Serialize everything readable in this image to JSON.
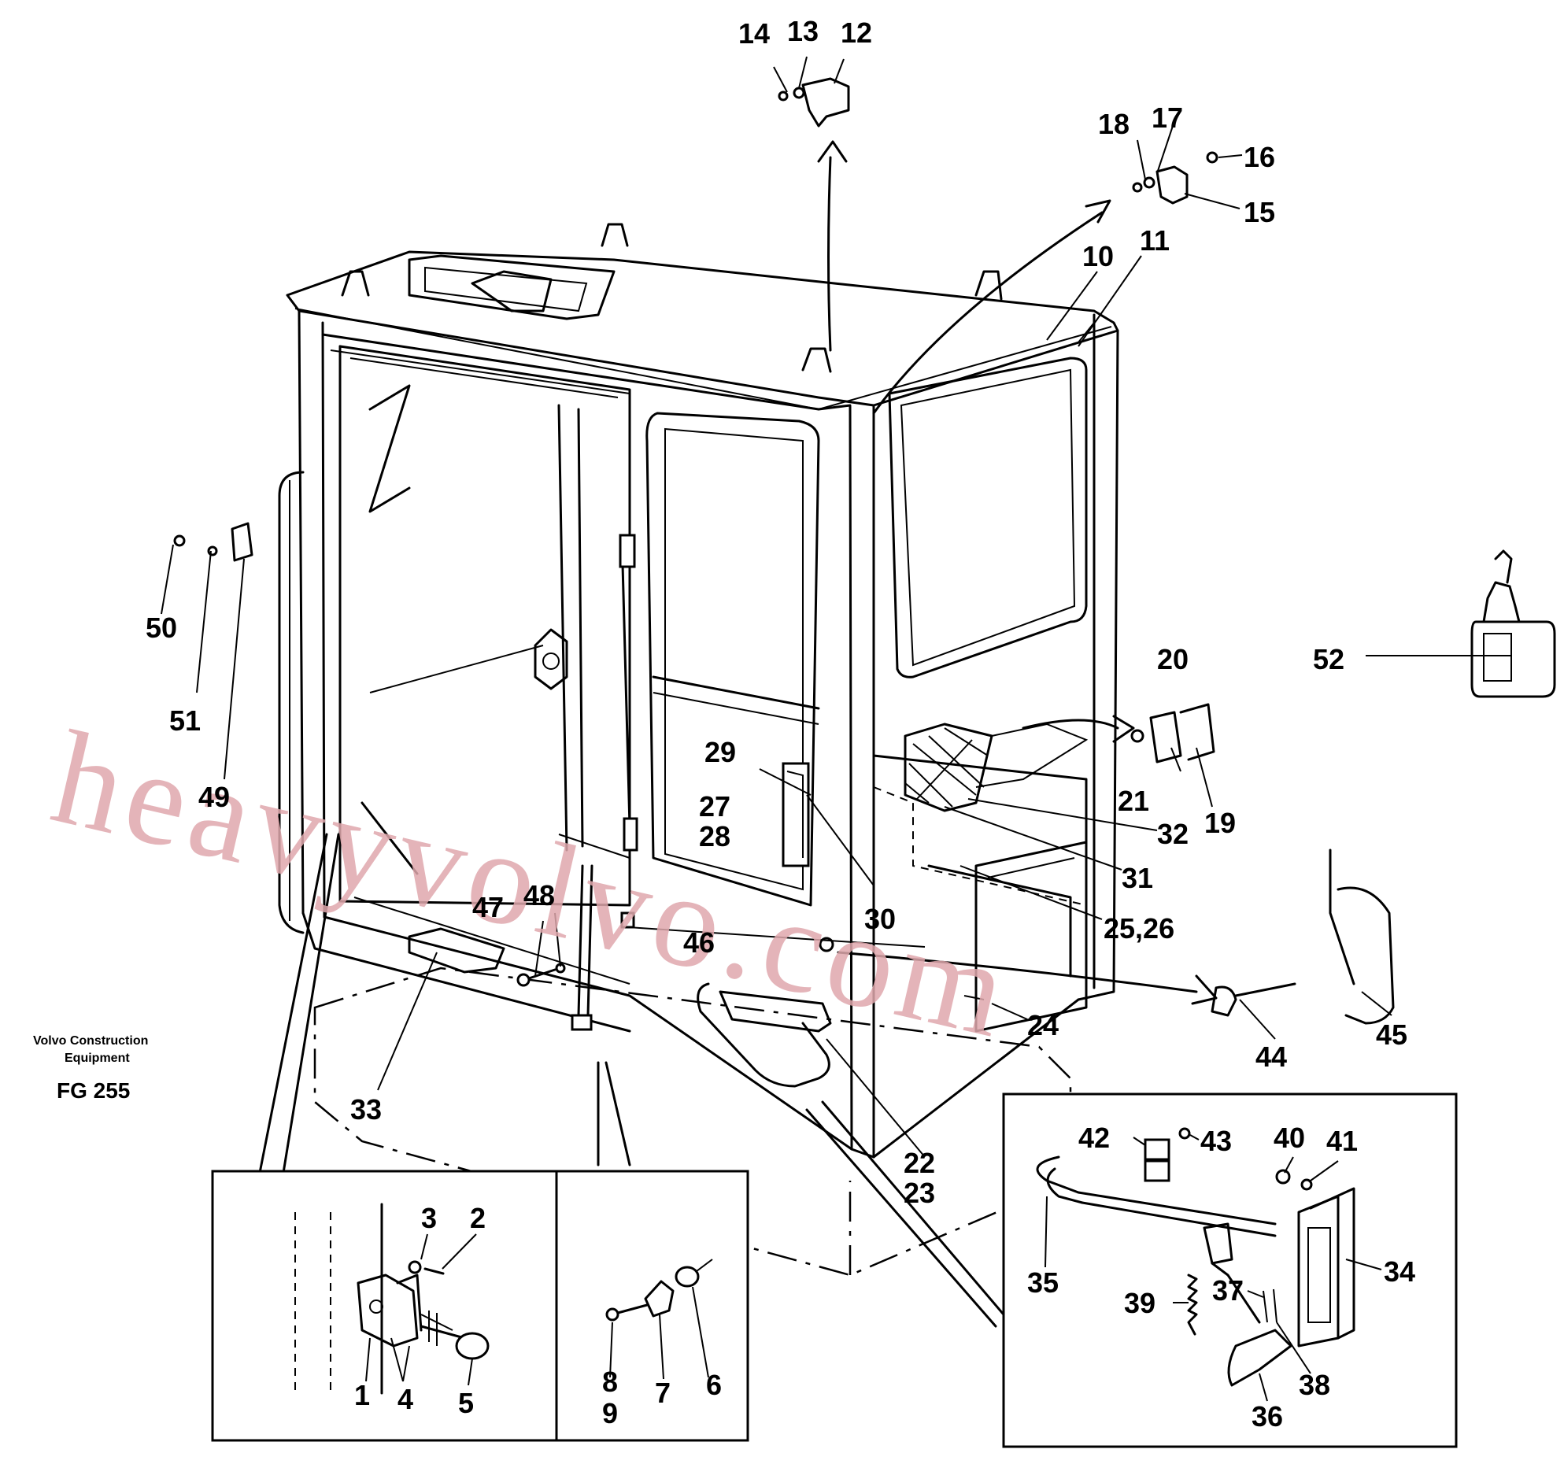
{
  "brand": {
    "line1": "Volvo Construction",
    "line2": "Equipment",
    "figure_code": "FG 255"
  },
  "watermark": "heavyvolvo.com",
  "colors": {
    "watermark": "#e0a8ad",
    "ink": "#000000",
    "paper": "#ffffff"
  },
  "callouts": {
    "c1": "1",
    "c2": "2",
    "c3": "3",
    "c4": "4",
    "c5": "5",
    "c6": "6",
    "c7": "7",
    "c8": "8",
    "c9": "9",
    "c10": "10",
    "c11": "11",
    "c12": "12",
    "c13": "13",
    "c14": "14",
    "c15": "15",
    "c16": "16",
    "c17": "17",
    "c18": "18",
    "c19": "19",
    "c20": "20",
    "c21": "21",
    "c22": "22",
    "c23": "23",
    "c24": "24",
    "c25_26": "25,26",
    "c27": "27",
    "c28": "28",
    "c29": "29",
    "c30": "30",
    "c31": "31",
    "c32": "32",
    "c33": "33",
    "c34": "34",
    "c35": "35",
    "c36": "36",
    "c37": "37",
    "c38": "38",
    "c39": "39",
    "c40": "40",
    "c41": "41",
    "c42": "42",
    "c43": "43",
    "c44": "44",
    "c45": "45",
    "c46": "46",
    "c47": "47",
    "c48": "48",
    "c49": "49",
    "c50": "50",
    "c51": "51",
    "c52": "52"
  }
}
